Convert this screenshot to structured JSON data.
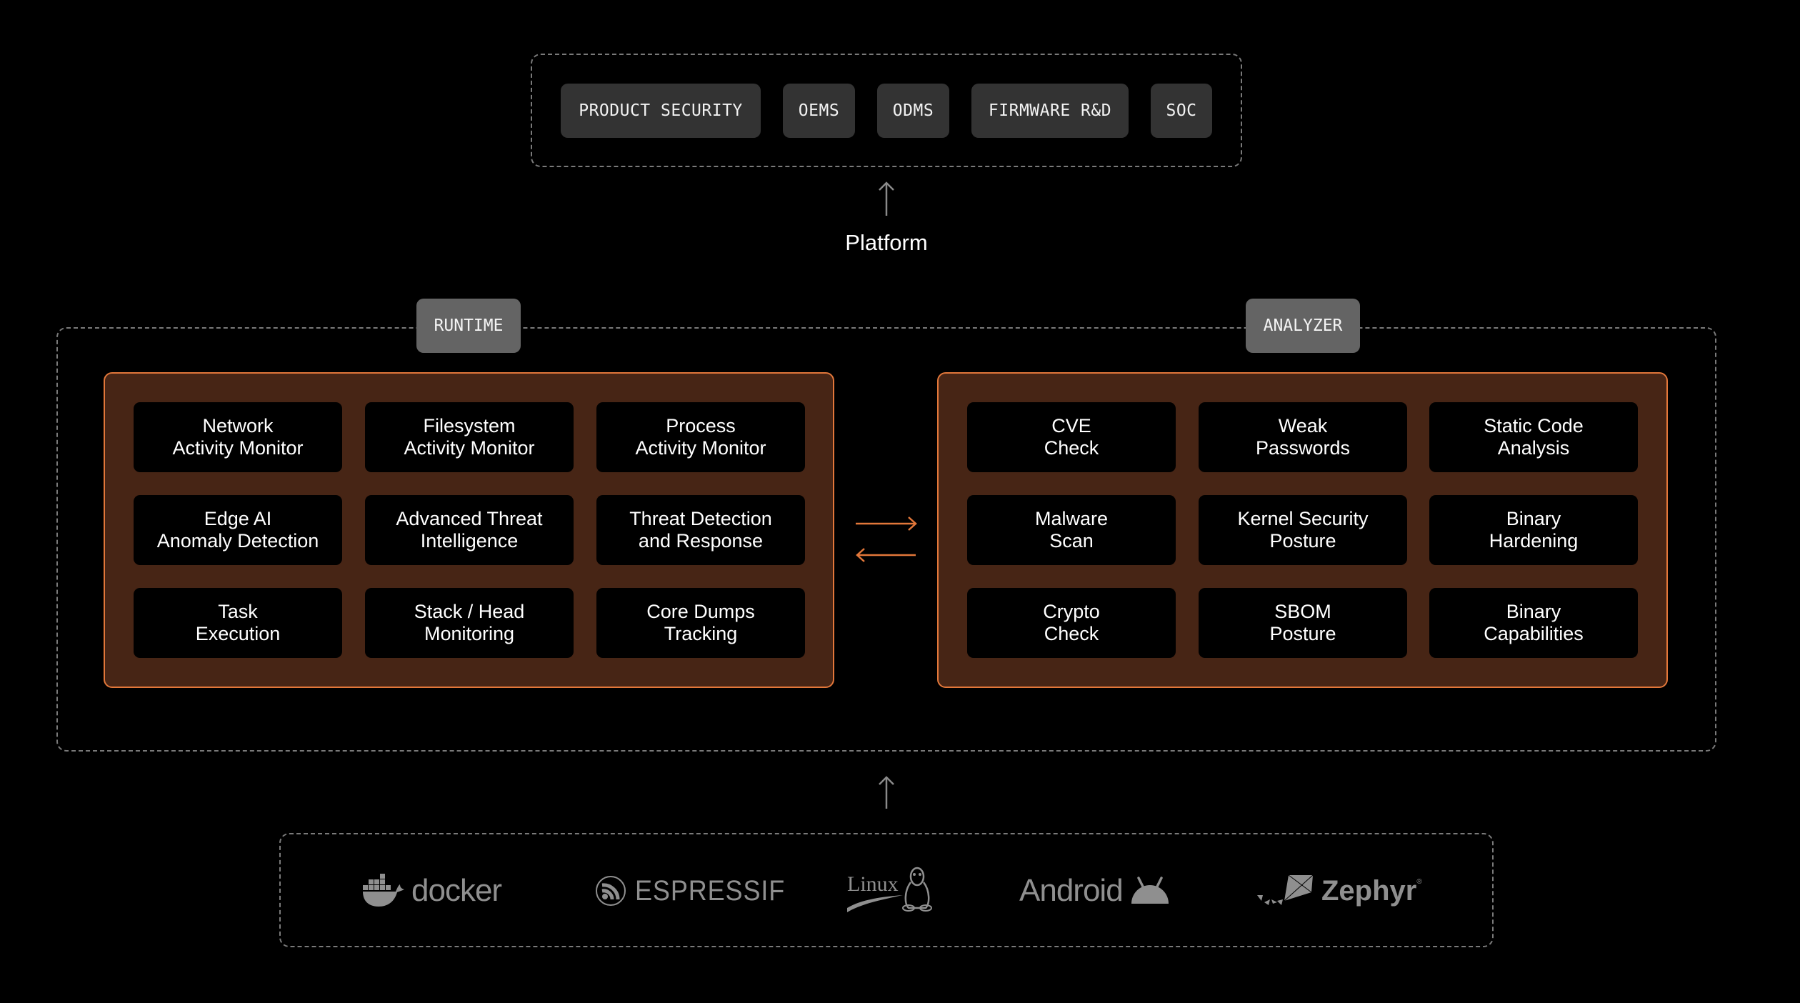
{
  "consumers": {
    "items": [
      {
        "label": "PRODUCT SECURITY"
      },
      {
        "label": "OEMS"
      },
      {
        "label": "ODMS"
      },
      {
        "label": "FIRMWARE R&D"
      },
      {
        "label": "SOC"
      }
    ]
  },
  "platform": {
    "label": "Platform",
    "arrow_icon": "arrow-up-icon"
  },
  "runtime": {
    "tag": "RUNTIME",
    "cards": [
      "Network\nActivity Monitor",
      "Filesystem\nActivity Monitor",
      "Process\nActivity Monitor",
      "Edge AI\nAnomaly Detection",
      "Advanced Threat\nIntelligence",
      "Threat Detection\nand Response",
      "Task\nExecution",
      "Stack / Head\nMonitoring",
      "Core Dumps\nTracking"
    ]
  },
  "analyzer": {
    "tag": "ANALYZER",
    "cards": [
      "CVE\nCheck",
      "Weak\nPasswords",
      "Static Code\nAnalysis",
      "Malware\nScan",
      "Kernel Security\nPosture",
      "Binary\nHardening",
      "Crypto\nCheck",
      "SBOM\nPosture",
      "Binary\nCapabilities"
    ]
  },
  "exchange": {
    "right_arrow_icon": "arrow-right-icon",
    "left_arrow_icon": "arrow-left-icon"
  },
  "targets": {
    "logos": [
      {
        "name": "docker",
        "label": "docker",
        "icon": "docker-whale-icon"
      },
      {
        "name": "espressif",
        "label": "ESPRESSIF",
        "icon": "espressif-icon"
      },
      {
        "name": "linux",
        "label": "Linux",
        "icon": "tux-penguin-icon"
      },
      {
        "name": "android",
        "label": "Android",
        "icon": "android-robot-icon"
      },
      {
        "name": "zephyr",
        "label": "Zephyr",
        "icon": "zephyr-kite-icon"
      }
    ]
  },
  "colors": {
    "background": "#000000",
    "accent_orange": "#e2773a",
    "panel_brown": "#472515",
    "pill_gray": "#333333",
    "tag_gray": "#646464",
    "dashed_border": "#7a7a7a",
    "logo_gray": "#8f8f8f"
  }
}
